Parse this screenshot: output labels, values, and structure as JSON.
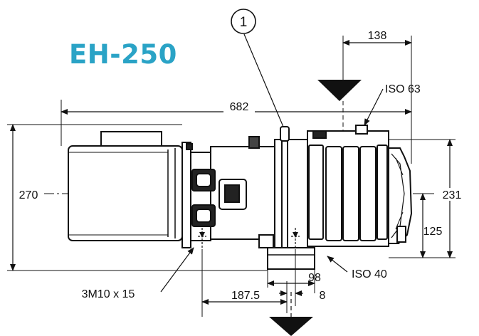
{
  "title": "EH-250",
  "balloon": "1",
  "dimensions": {
    "overall_length": "682",
    "height_left": "270",
    "height_right": "231",
    "height_axis": "125",
    "inlet_offset": "138",
    "inlet_flange": "ISO 63",
    "outlet_flange": "ISO 40",
    "foot_distance": "187.5",
    "foot_width": "98",
    "outlet_offset": "8",
    "mounting_bolts": "3M10 x 15"
  },
  "colors": {
    "title": "#2aa3c6",
    "line": "#111111"
  }
}
